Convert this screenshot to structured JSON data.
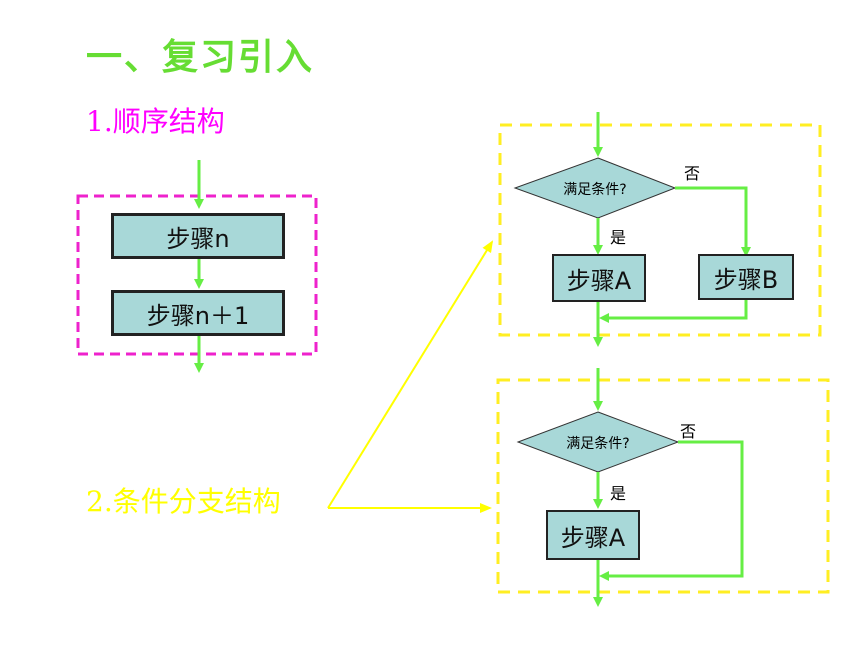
{
  "title": "一、复习引入",
  "sequential": {
    "label": "1.顺序结构",
    "steps": [
      "步骤n",
      "步骤n＋1"
    ]
  },
  "conditional": {
    "label": "2.条件分支结构",
    "flow1": {
      "condition": "满足条件?",
      "yes": "是",
      "no": "否",
      "step_a": "步骤A",
      "step_b": "步骤B"
    },
    "flow2": {
      "condition": "满足条件?",
      "yes": "是",
      "no": "否",
      "step_a": "步骤A"
    }
  },
  "colors": {
    "title": "#66dd33",
    "sequential_label": "#ff00ff",
    "conditional_label": "#ffff00",
    "arrows": "#66ee44",
    "step_fill": "#a8d8d8"
  }
}
